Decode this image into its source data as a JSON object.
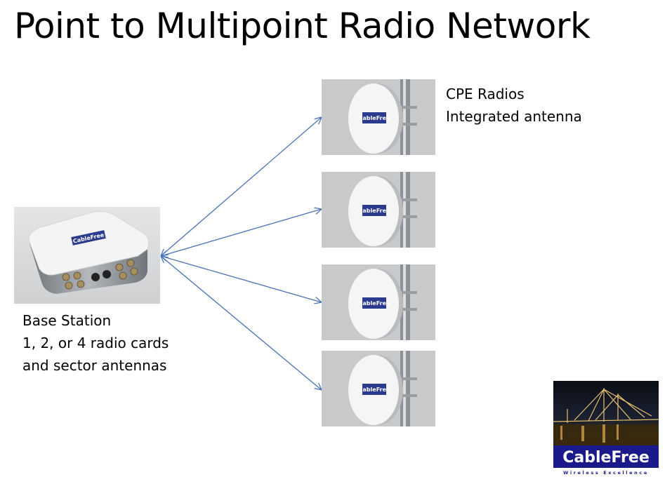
{
  "title": "Point to Multipoint Radio Network",
  "base_station": {
    "lines": [
      "Base Station",
      "1, 2, or 4 radio cards",
      "and sector antennas"
    ],
    "photo_brand": "CableFree"
  },
  "cpe": {
    "lines": [
      "CPE Radios",
      "Integrated antenna"
    ],
    "count": 4,
    "photo_brand": "CableFree"
  },
  "arrow_color": "#4a72b8",
  "logo": {
    "brand": "CableFree",
    "tagline": "Wireless Excellence",
    "brand_color": "#1a1a8a"
  }
}
